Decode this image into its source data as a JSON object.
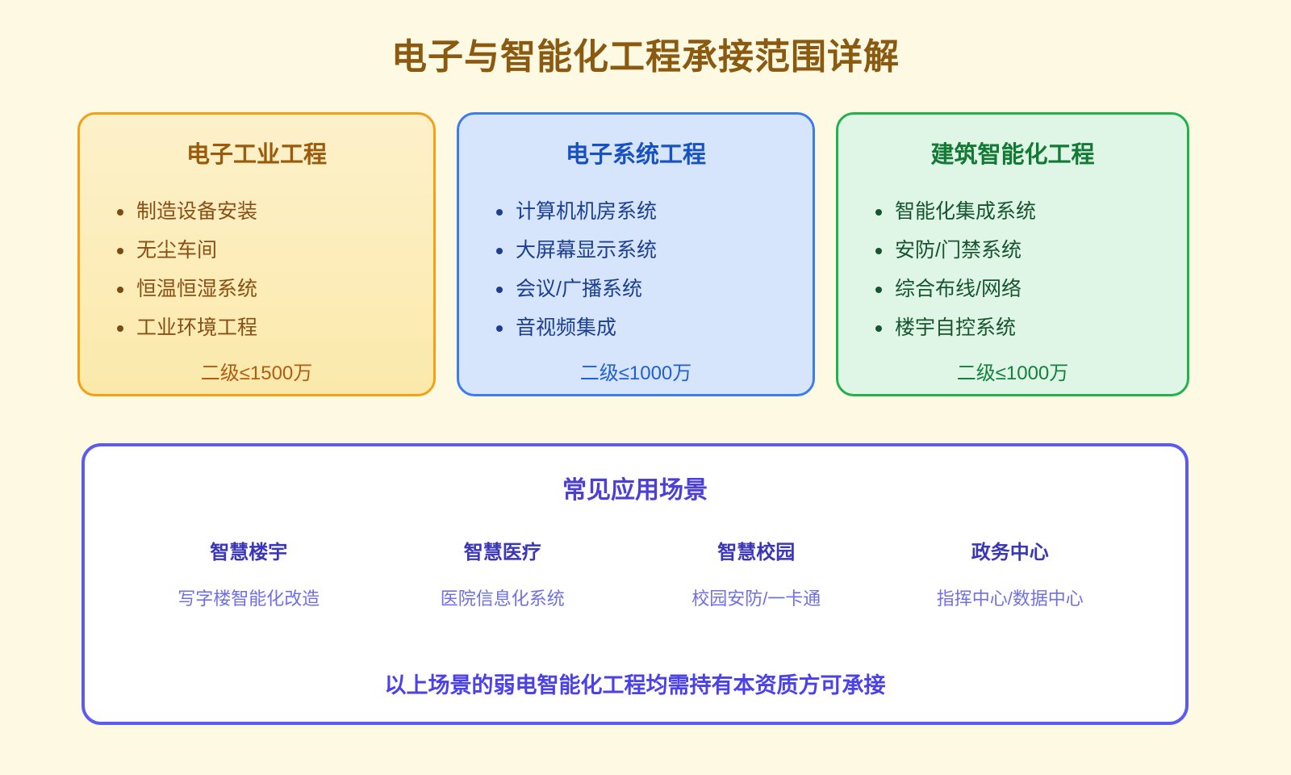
{
  "title": "电子与智能化工程承接范围详解",
  "colors": {
    "page_background": "#fdf9e3",
    "title": "#8a5a10",
    "amber_accent": "#f3a017",
    "blue_accent": "#3b7cf0",
    "green_accent": "#22b14c",
    "purple_accent": "#5b5bf0"
  },
  "cards": [
    {
      "title": "电子工业工程",
      "items": [
        "制造设备安装",
        "无尘车间",
        "恒温恒湿系统",
        "工业环境工程"
      ],
      "amount": "二级≤1500万"
    },
    {
      "title": "电子系统工程",
      "items": [
        "计算机机房系统",
        "大屏幕显示系统",
        "会议/广播系统",
        "音视频集成"
      ],
      "amount": "二级≤1000万"
    },
    {
      "title": "建筑智能化工程",
      "items": [
        "智能化集成系统",
        "安防/门禁系统",
        "综合布线/网络",
        "楼宇自控系统"
      ],
      "amount": "二级≤1000万"
    }
  ],
  "scenarios": {
    "heading": "常见应用场景",
    "items": [
      {
        "name": "智慧楼宇",
        "desc": "写字楼智能化改造"
      },
      {
        "name": "智慧医疗",
        "desc": "医院信息化系统"
      },
      {
        "name": "智慧校园",
        "desc": "校园安防/一卡通"
      },
      {
        "name": "政务中心",
        "desc": "指挥中心/数据中心"
      }
    ],
    "note": "以上场景的弱电智能化工程均需持有本资质方可承接"
  }
}
